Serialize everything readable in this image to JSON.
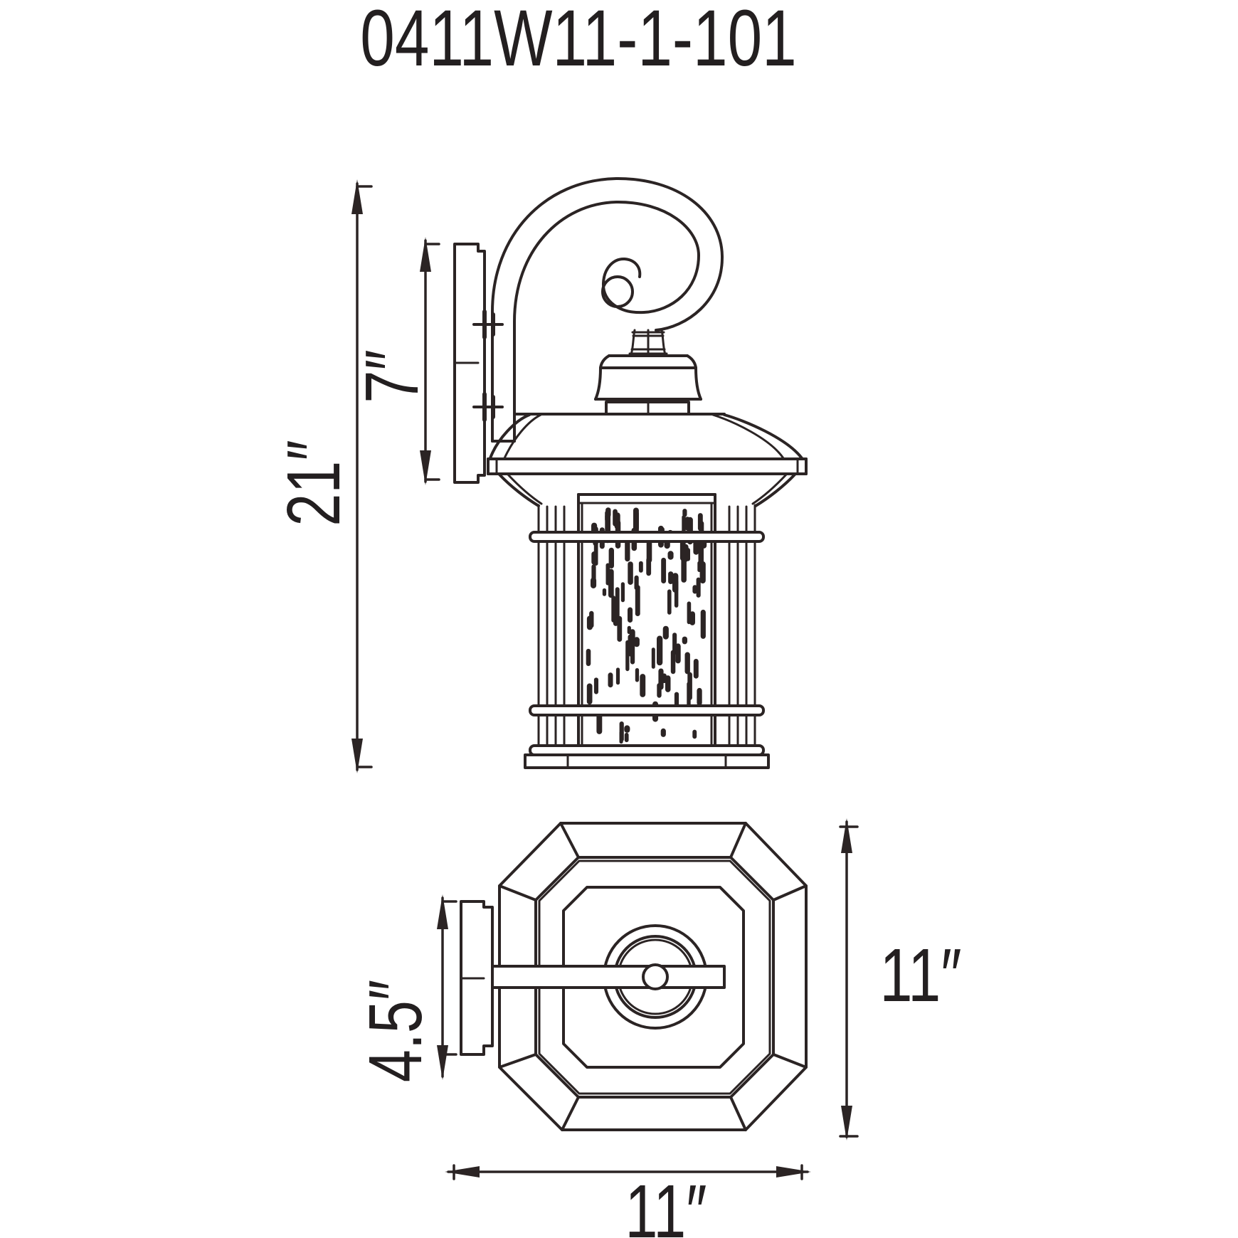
{
  "title": "0411W11-1-101",
  "side_view": {
    "overall_height_label": "21″",
    "backplate_height_label": "7″"
  },
  "bottom_view": {
    "backplate_width_label": "4.5″",
    "height_label": "11″",
    "width_label": "11″"
  },
  "colors": {
    "line": "#2b2424",
    "text": "#231f20",
    "background": "#ffffff"
  }
}
